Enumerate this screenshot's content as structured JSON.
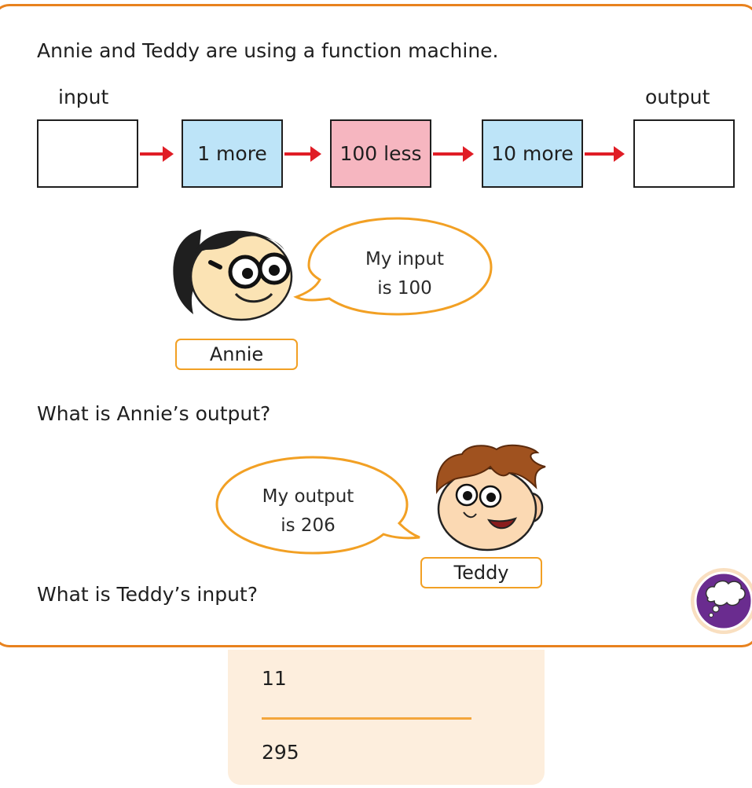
{
  "question": {
    "intro": "Annie and Teddy are using a function machine.",
    "input_label": "input",
    "output_label": "output",
    "steps": [
      "1 more",
      "100 less",
      "10 more"
    ],
    "annie": {
      "name": "Annie",
      "speech_line1": "My input",
      "speech_line2": "is 100"
    },
    "q1": "What is Annie’s output?",
    "teddy": {
      "name": "Teddy",
      "speech_line1": "My output",
      "speech_line2": "is 206"
    },
    "q2": "What is Teddy’s input?"
  },
  "answers": {
    "answer1": "11",
    "answer2": "295"
  },
  "colors": {
    "border": "#e8821e",
    "step_blue": "#bde4f8",
    "step_pink": "#f6b6c0",
    "arrow": "#e01d26",
    "answer_panel": "#fdeedd",
    "thinking_badge": "#6a2c8f"
  },
  "icons": [
    "annie-face-icon",
    "teddy-face-icon",
    "thought-bubble-icon"
  ]
}
